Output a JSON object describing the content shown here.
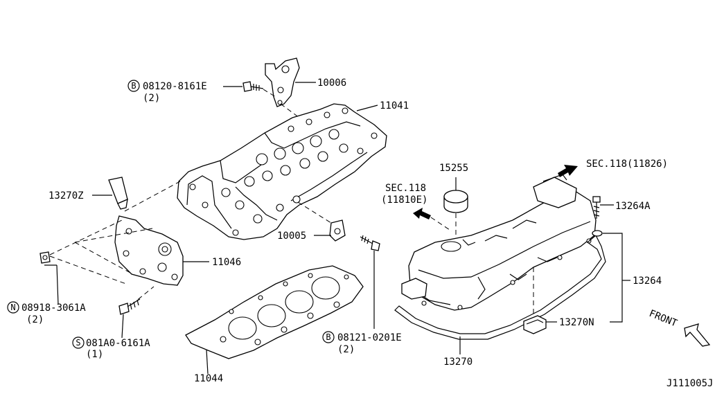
{
  "labels": {
    "p10006": "10006",
    "p11041": "11041",
    "b1_text": "08120-8161E",
    "b1_qty": "(2)",
    "p15255": "15255",
    "sec1": "SEC.118(11826)",
    "sec2_a": "SEC.118",
    "sec2_b": "(11810E)",
    "p13270z": "13270Z",
    "p13264a": "13264A",
    "p10005": "10005",
    "p11046": "11046",
    "p13264": "13264",
    "n_text": "08918-3061A",
    "n_qty": "(2)",
    "p13270n": "13270N",
    "front": "FRONT",
    "s_text": "081A0-6161A",
    "s_qty": "(1)",
    "b2_text": "08121-0201E",
    "b2_qty": "(2)",
    "p13270": "13270",
    "p11044": "11044",
    "code": "J111005J"
  },
  "symbols": {
    "b1": "B",
    "n": "N",
    "s": "S",
    "b2": "B"
  }
}
